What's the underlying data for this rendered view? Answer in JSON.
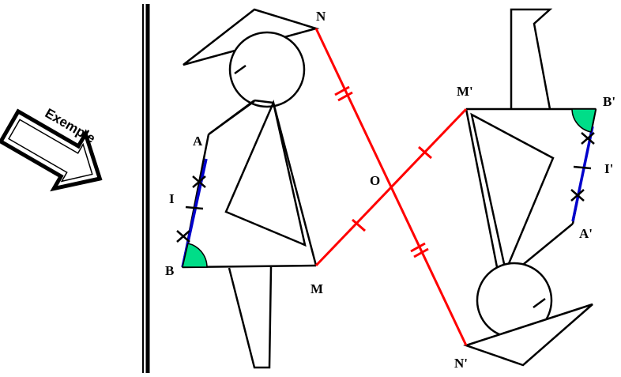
{
  "banner": {
    "text": "Exemple"
  },
  "labels": {
    "A": "A",
    "I": "I",
    "B": "B",
    "M": "M",
    "N": "N",
    "O": "O",
    "M_prime": "M'",
    "B_prime": "B'",
    "I_prime": "I'",
    "A_prime": "A'",
    "N_prime": "N'"
  },
  "colors": {
    "figure": "#000000",
    "symmetry_segments": "#ff0000",
    "segment_AB": "#0000cc",
    "angle_mark": "#00dd88"
  }
}
